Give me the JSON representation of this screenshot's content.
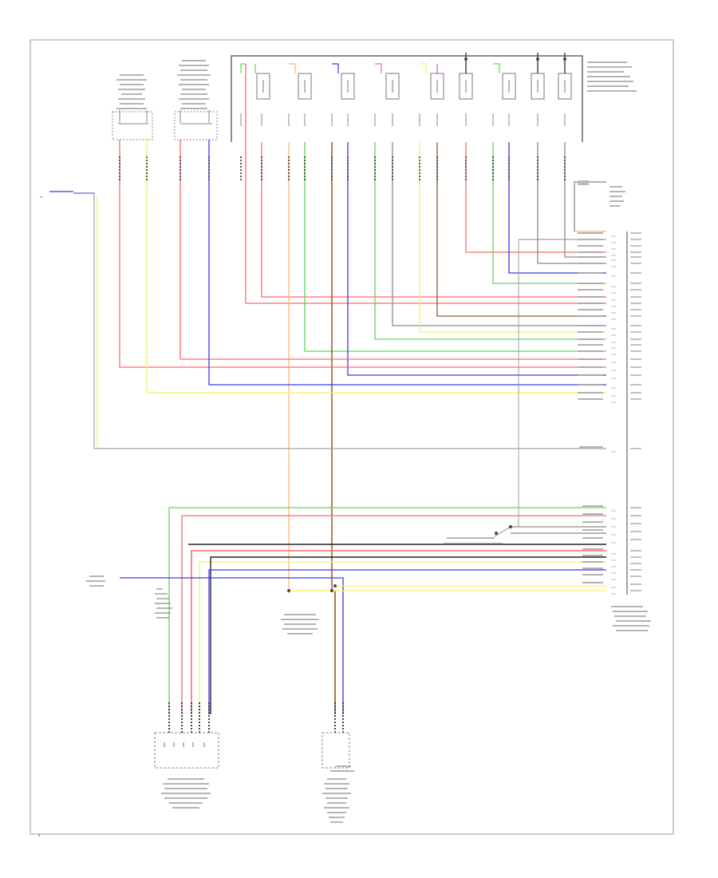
{
  "page_id": "2",
  "colors": {
    "red": "#ff6a6a",
    "yellow": "#f2f266",
    "blue": "#3a3ae6",
    "green": "#5fd65f",
    "orange": "#ffb070",
    "gray": "#8a8a8a",
    "brown": "#8b5a2b",
    "violet": "#c25ad6",
    "black": "#222222",
    "frame": "#999999"
  },
  "relays": [
    {
      "color": "green"
    },
    {
      "color": "orange"
    },
    {
      "color": "blue"
    },
    {
      "color": "red"
    },
    {
      "color": "yellow"
    },
    {
      "color": "gray"
    },
    {
      "color": "green"
    },
    {
      "color": "gray"
    },
    {
      "color": "gray"
    }
  ],
  "ecm_pin_count": 24,
  "bottom_connectors": [
    "throttle-sensor-connector",
    "sensor-connector"
  ]
}
